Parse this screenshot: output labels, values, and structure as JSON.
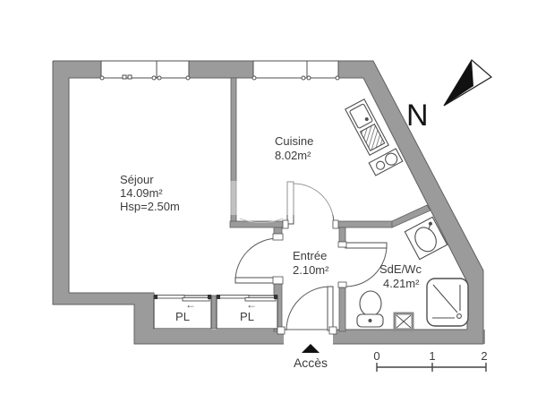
{
  "plan": {
    "rooms": [
      {
        "name": "Séjour",
        "area": "14.09m²",
        "height_note": "Hsp=2.50m"
      },
      {
        "name": "Cuisine",
        "area": "8.02m²"
      },
      {
        "name": "Entrée",
        "area": "2.10m²"
      },
      {
        "name": "SdE/Wc",
        "area": "4.21m²"
      }
    ],
    "closets": [
      {
        "label": "PL",
        "arrow": "←"
      },
      {
        "label": "PL",
        "arrow": "←"
      }
    ],
    "entrance": {
      "label": "Accès"
    },
    "compass": {
      "label": "N"
    },
    "scale_bar": {
      "ticks": [
        "0",
        "1",
        "2"
      ]
    },
    "colors": {
      "wall": "#9b9b9b",
      "line": "#4f4f4f",
      "text": "#3c3c3c"
    }
  }
}
